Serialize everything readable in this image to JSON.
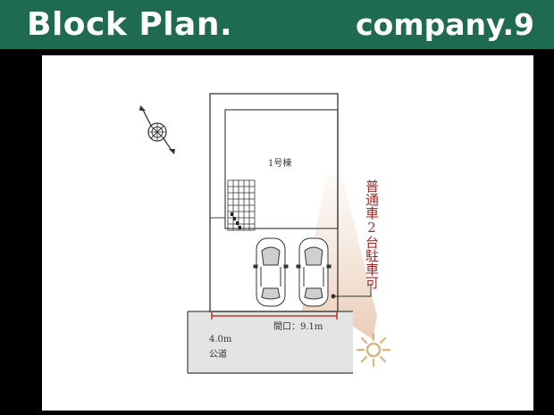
{
  "header": {
    "title": "Block Plan.",
    "company": "company.9"
  },
  "plan": {
    "building_label": "1号棟",
    "frontage_label": "間口：9.1m",
    "road_width": "4.0m",
    "road_type": "公道",
    "parking_note": "普通車2台駐車可"
  },
  "colors": {
    "header_bg": "#1f6b4f",
    "accent_red": "#c0392b",
    "parking_text": "#a52a2a",
    "road_fill": "#e4e4e4",
    "sun": "#d9b57a"
  },
  "icons": [
    "compass-icon",
    "sun-icon",
    "car-icon"
  ]
}
